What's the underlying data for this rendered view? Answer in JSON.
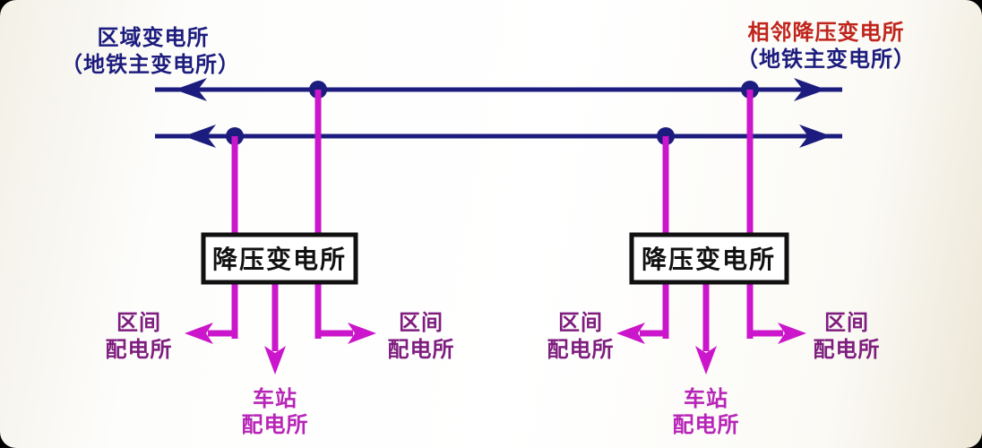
{
  "colors": {
    "navy": "#1c1c7e",
    "red": "#c0241c",
    "magenta": "#cb16cb",
    "section_label": "#7e1d7e",
    "station_label": "#b725b7",
    "box_border": "#111111",
    "box_text": "#111111"
  },
  "labels": {
    "region_substation": {
      "line1": "区域变电所",
      "line2": "（地铁主变电所）"
    },
    "adjacent_substation": {
      "line1": "相邻降压变电所",
      "line2": "（地铁主变电所）"
    },
    "stepdown_box": "降压变电所",
    "section_feeder": {
      "line1": "区间",
      "line2": "配电所"
    },
    "station_feeder": {
      "line1": "车站",
      "line2": "配电所"
    }
  }
}
